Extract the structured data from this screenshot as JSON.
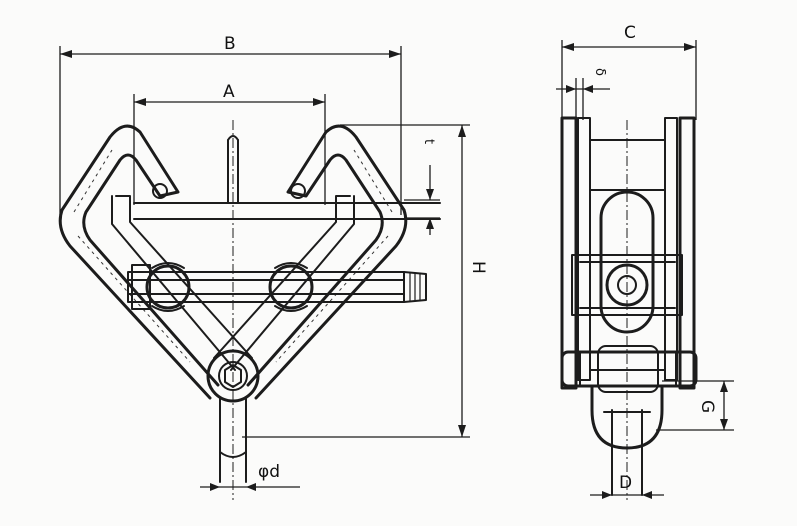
{
  "labels": {
    "A": "A",
    "B": "B",
    "C": "C",
    "H": "H",
    "t": "t",
    "delta": "δ",
    "G": "G",
    "D": "D",
    "phi_d": "φd"
  }
}
